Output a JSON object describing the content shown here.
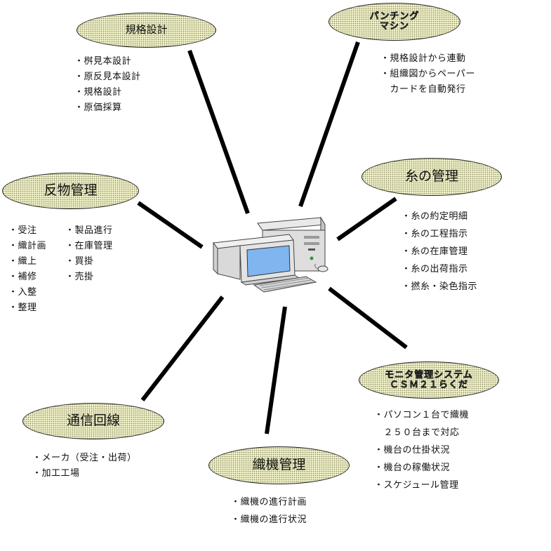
{
  "nodes": {
    "kikaku": {
      "label": "規格設計"
    },
    "punching": {
      "line1": "パンチング",
      "line2": "マシン"
    },
    "tanmono": {
      "label": "反物管理"
    },
    "ito": {
      "label": "糸の管理"
    },
    "monitor": {
      "line1": "モニタ管理システム",
      "line2": "ＣＳＭ２１らくだ"
    },
    "tsushin": {
      "label": "通信回線"
    },
    "shokki": {
      "label": "織機管理"
    }
  },
  "lists": {
    "kikaku": [
      "・桝見本設計",
      "・原反見本設計",
      "・規格設計",
      "・原価採算"
    ],
    "punching": [
      "・規格設計から連動",
      "・組織図からペーパー",
      "　カードを自動発行"
    ],
    "tanmono_left": [
      "・受注",
      "・織計画",
      "・織上",
      "・補修",
      "・入整",
      "・整理"
    ],
    "tanmono_right": [
      "・製品進行",
      "・在庫管理",
      "・買掛",
      "・売掛"
    ],
    "ito": [
      "・糸の約定明細",
      "・糸の工程指示",
      "・糸の在庫管理",
      "・糸の出荷指示",
      "・撚糸・染色指示"
    ],
    "monitor": [
      "・パソコン１台で織機",
      "　２５０台まで対応",
      "・機台の仕掛状況",
      "・機台の稼働状況",
      "・スケジュール管理"
    ],
    "tsushin": [
      "・メーカ（受注・出荷）",
      "・加工工場"
    ],
    "shokki": [
      "・織機の進行計画",
      "・織機の進行状況"
    ]
  },
  "colors": {
    "node_fill": "#f1f1c8",
    "line": "#000000",
    "screen": "#7fb6f0"
  },
  "icons": {
    "center": "desktop-computer-icon"
  }
}
